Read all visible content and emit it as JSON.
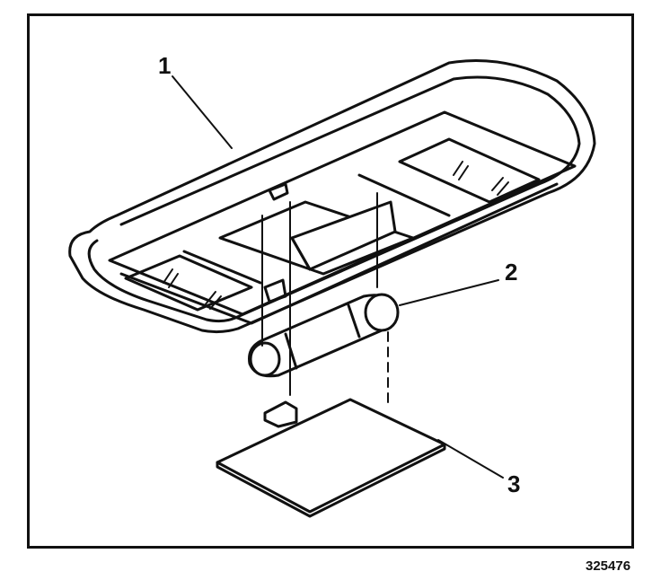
{
  "callouts": [
    {
      "id": "1",
      "label": "1"
    },
    {
      "id": "2",
      "label": "2"
    },
    {
      "id": "3",
      "label": "3"
    }
  ],
  "figure_number": "325476"
}
